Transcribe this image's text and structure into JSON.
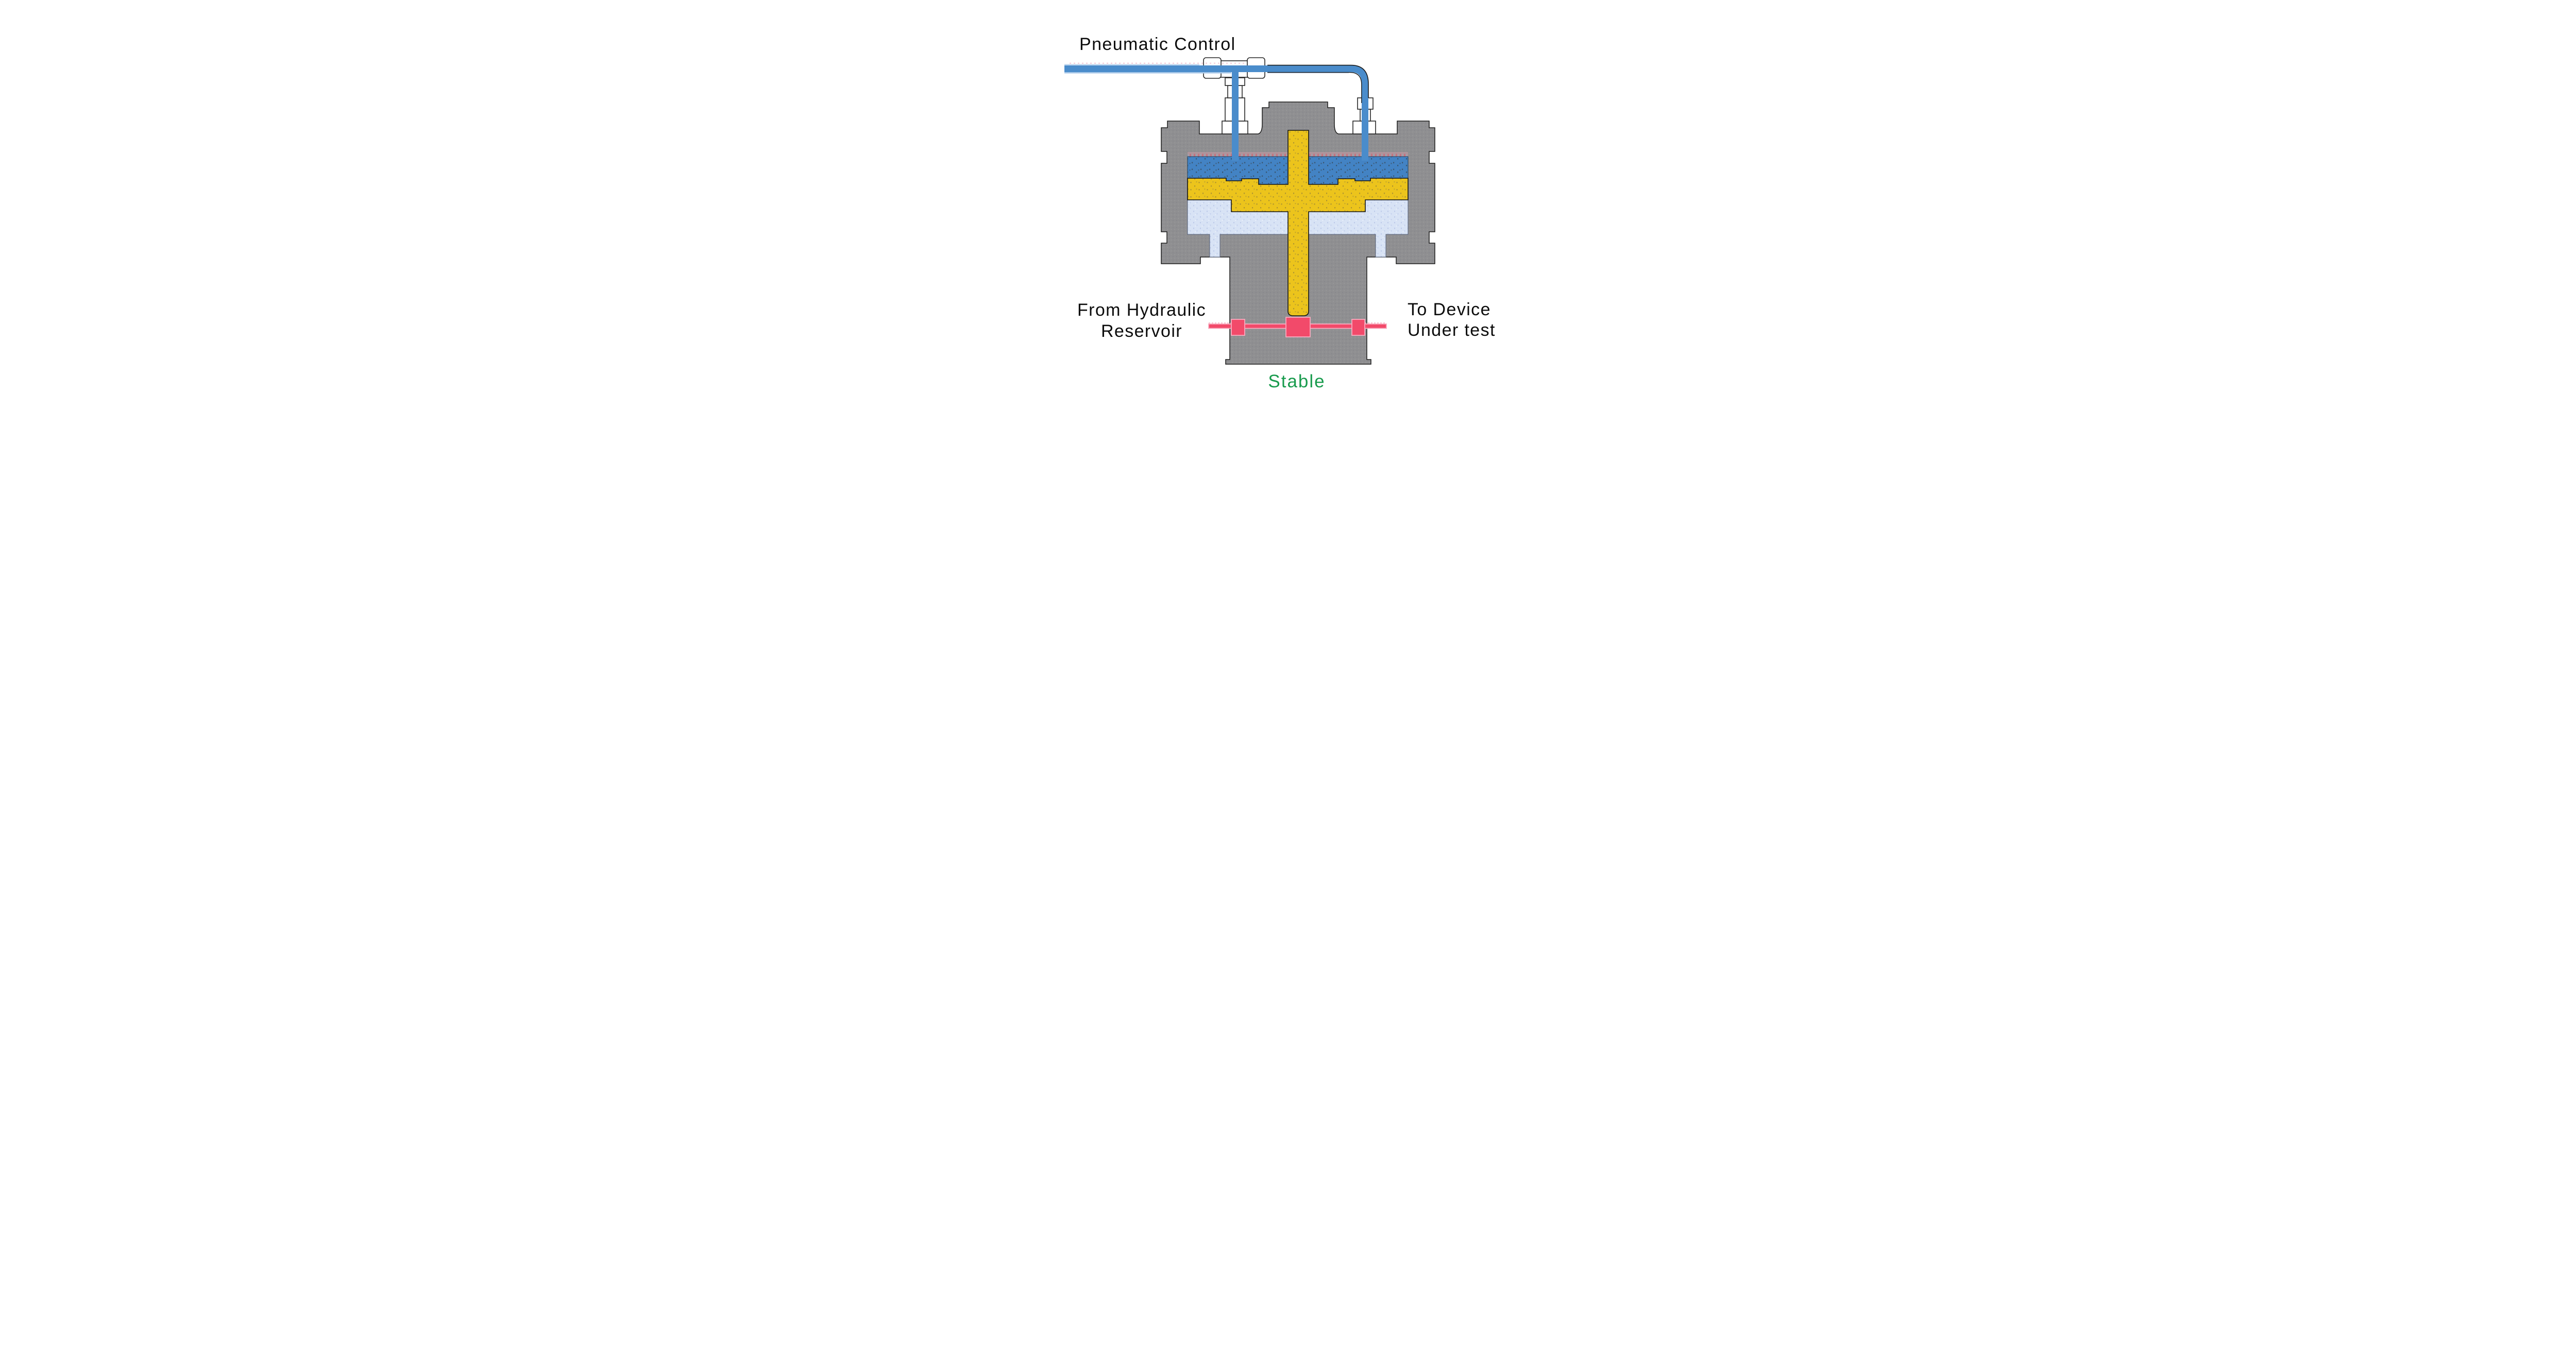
{
  "diagram": {
    "labels": {
      "pneumatic_control": "Pneumatic Control",
      "hydraulic_source_line1": "From Hydraulic",
      "hydraulic_source_line2": "Reservoir",
      "device_output_line1": "To Device",
      "device_output_line2": "Under test",
      "state": "Stable"
    },
    "colors": {
      "background": "#FFFFFF",
      "label_black": "#0C0C0C",
      "state_green": "#189B4D",
      "pipe_blue": "#4A8CCB",
      "pipe_blue_light": "#A9C9E9",
      "pneumatic_chamber_blue": "#4383C4",
      "piston_yellow": "#ECC41C",
      "hydraulic_chamber_light_blue": "#D8E3F5",
      "valve_body_gray": "#8F8F91",
      "hydraulic_line_pink": "#F24A6A",
      "hydraulic_line_pink_light": "#F8AABE",
      "seal_band_pink": "#C0666F",
      "outline_black": "#1B1B1B",
      "fitting_white": "#FFFFFF"
    }
  }
}
